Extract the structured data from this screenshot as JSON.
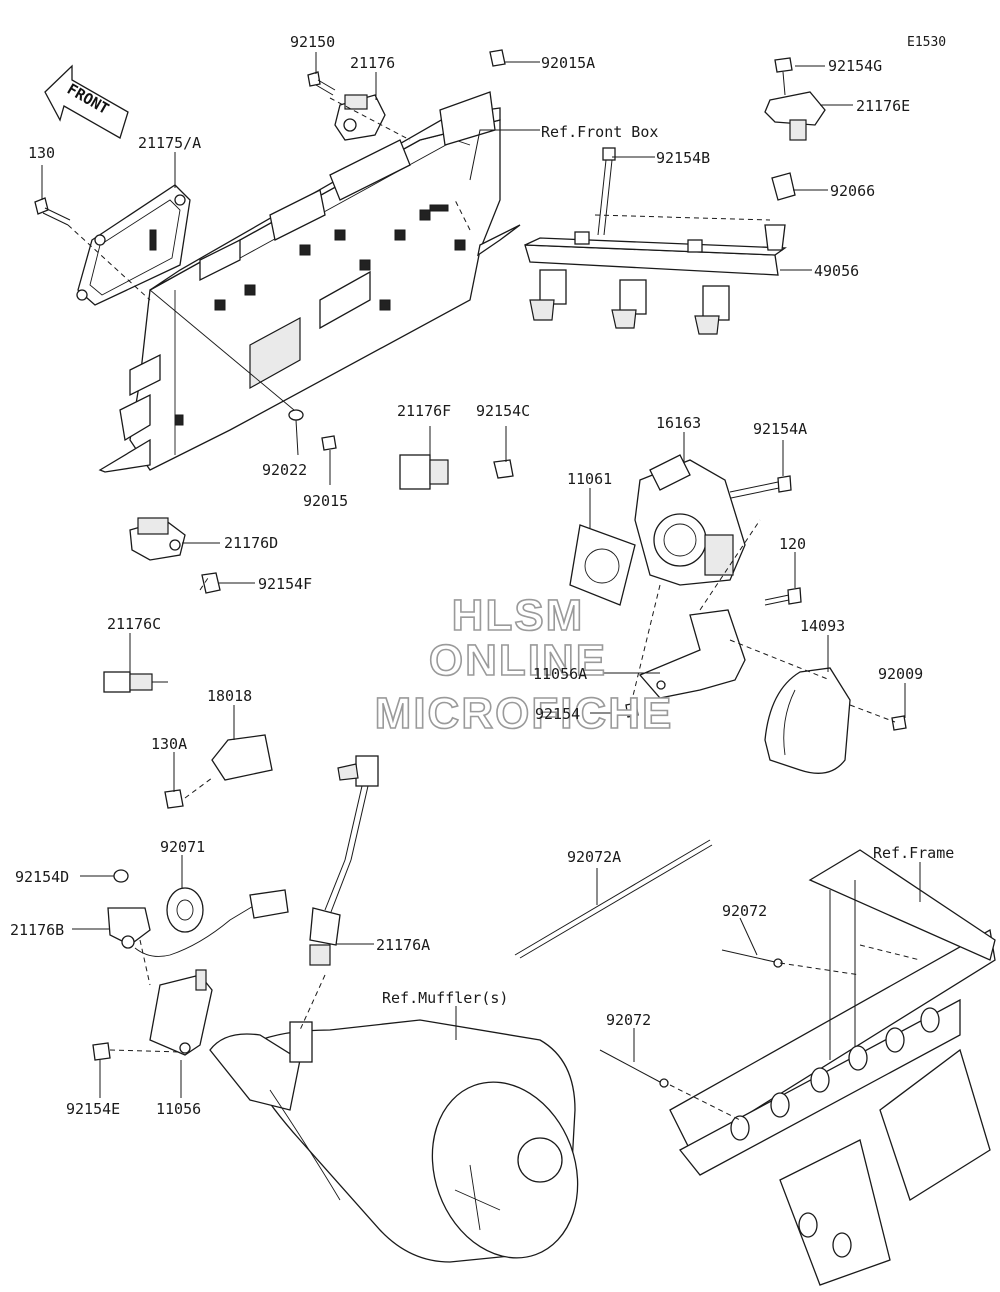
{
  "diagram": {
    "code": "E1530",
    "front_label": "FRONT",
    "watermark": [
      "HLSM",
      "ONLINE",
      "MICROFICHE"
    ],
    "refs": {
      "front_box": "Ref.Front Box",
      "frame": "Ref.Frame",
      "muffler": "Ref.Muffler(s)"
    },
    "parts": {
      "p92150": "92150",
      "p21176": "21176",
      "p92015a": "92015A",
      "p130": "130",
      "p21175a": "21175/A",
      "p92154g": "92154G",
      "p21176e": "21176E",
      "p92154b": "92154B",
      "p92066": "92066",
      "p49056": "49056",
      "p21176f": "21176F",
      "p92154c": "92154C",
      "p92022": "92022",
      "p92015": "92015",
      "p16163": "16163",
      "p92154a": "92154A",
      "p11061": "11061",
      "p21176d": "21176D",
      "p92154f": "92154F",
      "p120": "120",
      "p21176c": "21176C",
      "p14093": "14093",
      "p11056a": "11056A",
      "p92009": "92009",
      "p18018": "18018",
      "p92154": "92154",
      "p130a": "130A",
      "p92071": "92071",
      "p92072a": "92072A",
      "p92154d": "92154D",
      "p21176b": "21176B",
      "p21176a": "21176A",
      "p92072_1": "92072",
      "p92072_2": "92072",
      "p92154e": "92154E",
      "p11056": "11056"
    }
  }
}
